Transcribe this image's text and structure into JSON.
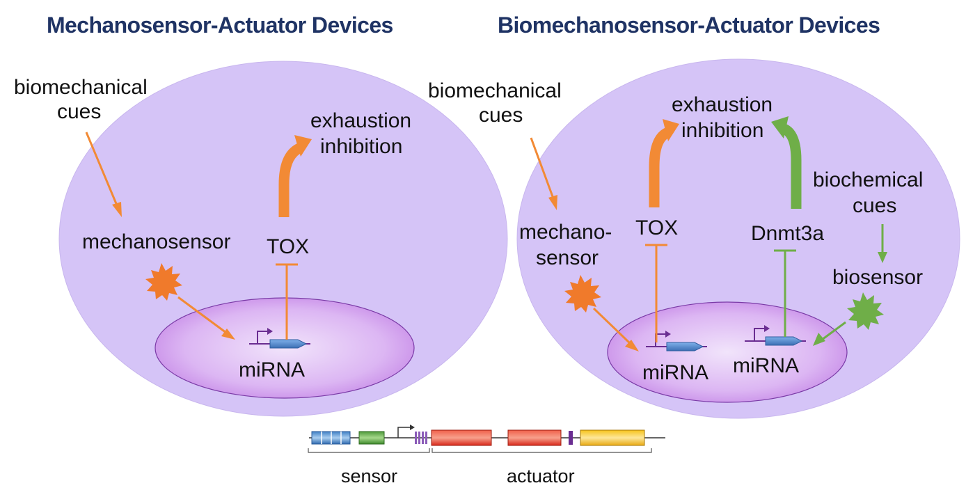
{
  "titles": {
    "left": "Mechanosensor-Actuator Devices",
    "right": "Biomechanosensor-Actuator Devices"
  },
  "left_cell": {
    "cue_line1": "biomechanical",
    "cue_line2": "cues",
    "sensor": "mechanosensor",
    "target": "TOX",
    "outcome_line1": "exhaustion",
    "outcome_line2": "inhibition",
    "gene": "miRNA"
  },
  "right_cell": {
    "cue_line1": "biomechanical",
    "cue_line2": "cues",
    "sensor_line1": "mechano-",
    "sensor_line2": "sensor",
    "target1": "TOX",
    "target2": "Dnmt3a",
    "outcome_line1": "exhaustion",
    "outcome_line2": "inhibition",
    "biocue_line1": "biochemical",
    "biocue_line2": "cues",
    "biosensor": "biosensor",
    "gene1": "miRNA",
    "gene2": "miRNA"
  },
  "construct": {
    "sensor_label": "sensor",
    "actuator_label": "actuator"
  },
  "colors": {
    "cell": "#d5c4f7",
    "nucleus": "#dbb2f3",
    "mechano": "#f28a35",
    "bio": "#6fae48",
    "title": "#1f3364",
    "gene": "#4b82c8",
    "promoter": "#6a2d91"
  }
}
